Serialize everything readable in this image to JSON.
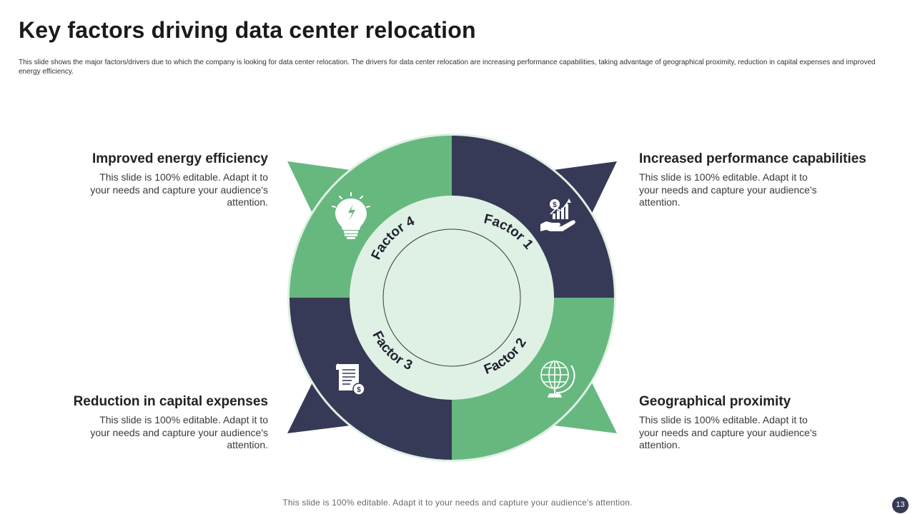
{
  "header": {
    "title": "Key factors driving data center relocation",
    "description": "This slide shows the major factors/drivers due to which the company is looking  for data center relocation. The drivers for data center relocation are increasing performance capabilities, taking advantage of geographical proximity, reduction in capital expenses and improved energy efficiency."
  },
  "colors": {
    "green": "#67b87f",
    "navy": "#363a57",
    "light_green": "#dff0e4"
  },
  "factors": [
    {
      "label": "Factor 1",
      "heading": "Increased performance capabilities",
      "text": "This slide is 100% editable. Adapt it to your needs and capture your audience's attention.",
      "icon": "growth-chart-hand-icon"
    },
    {
      "label": "Factor 2",
      "heading": "Geographical proximity",
      "text": "This slide is 100% editable. Adapt it to your needs and capture your audience's attention.",
      "icon": "globe-icon"
    },
    {
      "label": "Factor 3",
      "heading": "Reduction in capital expenses",
      "text": "This slide is 100% editable. Adapt it to your needs and capture your audience's attention.",
      "icon": "invoice-dollar-icon"
    },
    {
      "label": "Factor 4",
      "heading": "Improved energy efficiency",
      "text": "This slide is 100% editable. Adapt it to your needs and capture your audience's attention.",
      "icon": "lightbulb-icon"
    }
  ],
  "footer": {
    "note": "This slide is 100% editable. Adapt it to your needs and capture your audience's attention.",
    "page_number": "13"
  }
}
